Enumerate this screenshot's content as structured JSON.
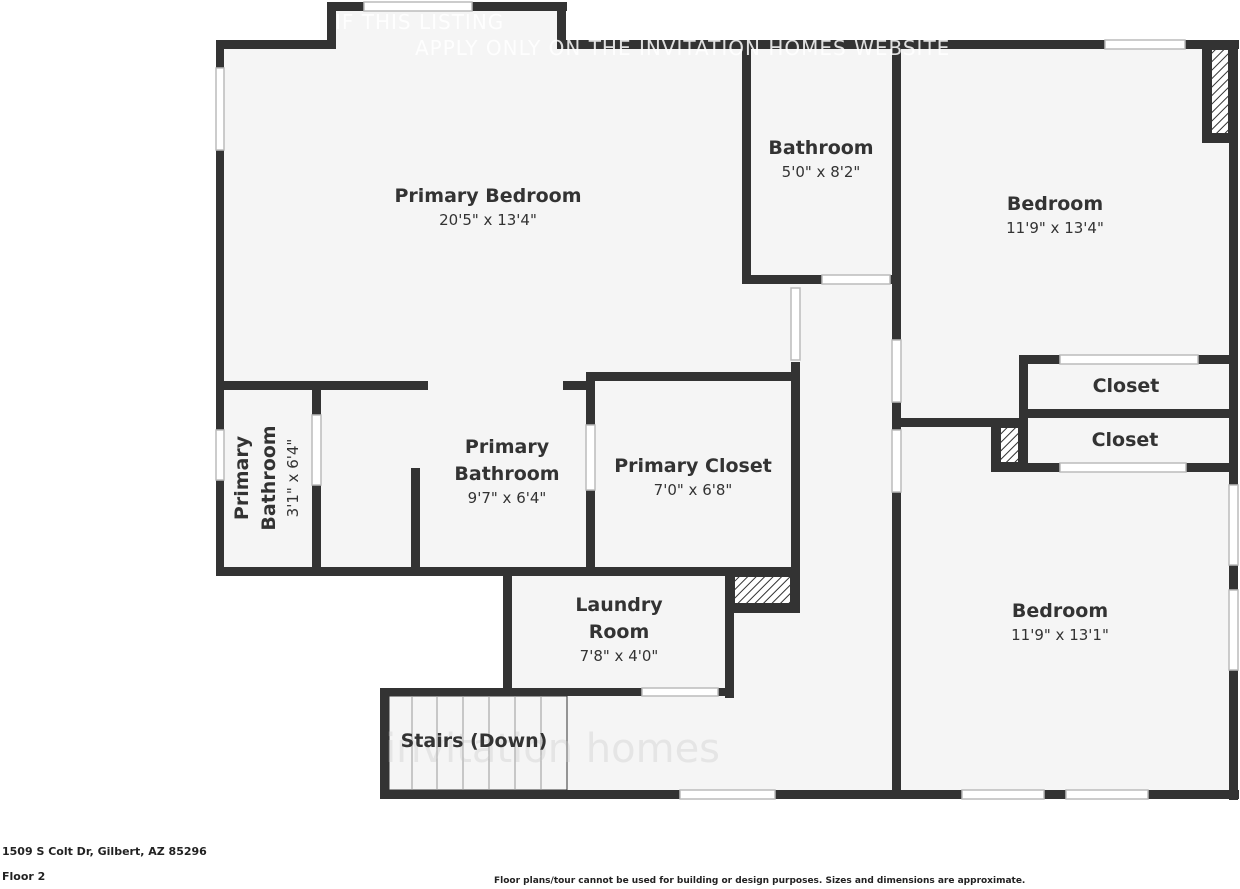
{
  "watermark": {
    "line1": "IF THIS LISTING",
    "line2": "APPLY ONLY ON THE INVITATION HOMES WEBSITE",
    "brand": "invitation homes"
  },
  "rooms": [
    {
      "name": "Primary Bedroom",
      "dim": "20'5\" x 13'4\""
    },
    {
      "name": "Bathroom",
      "dim": "5'0\" x 8'2\""
    },
    {
      "name": "Bedroom",
      "dim": "11'9\" x 13'4\""
    },
    {
      "name": "Closet",
      "dim": ""
    },
    {
      "name": "Closet",
      "dim": ""
    },
    {
      "name": "Primary Bathroom",
      "dim": "9'7\" x 6'4\""
    },
    {
      "name": "Primary Closet",
      "dim": "7'0\" x 6'8\""
    },
    {
      "name": "Primary Bathroom",
      "dim": "3'1\" x 6'4\""
    },
    {
      "name": "Laundry Room",
      "dim": "7'8\" x 4'0\""
    },
    {
      "name": "Stairs (Down)",
      "dim": ""
    },
    {
      "name": "Bedroom",
      "dim": "11'9\" x 13'1\""
    }
  ],
  "footer": {
    "address": "1509 S Colt Dr, Gilbert, AZ 85296",
    "floor": "Floor 2",
    "disclaimer": "Floor plans/tour cannot be used for building or design purposes. Sizes and dimensions are approximate."
  },
  "colors": {
    "wall": "#333333",
    "floor": "#f5f5f5"
  }
}
